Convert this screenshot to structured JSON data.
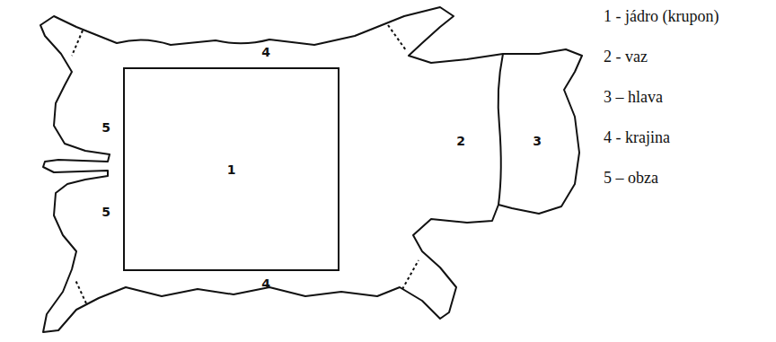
{
  "diagram": {
    "nodes": [
      {
        "text": [
          "1"
        ]
      }
    ],
    "labels": [
      "4",
      "4",
      "5",
      "5",
      "2",
      "3",
      "1 - jádro (krupon)",
      "2 - vaz",
      "3 – hlava",
      "4 - krajina",
      "5 – obza"
    ]
  }
}
